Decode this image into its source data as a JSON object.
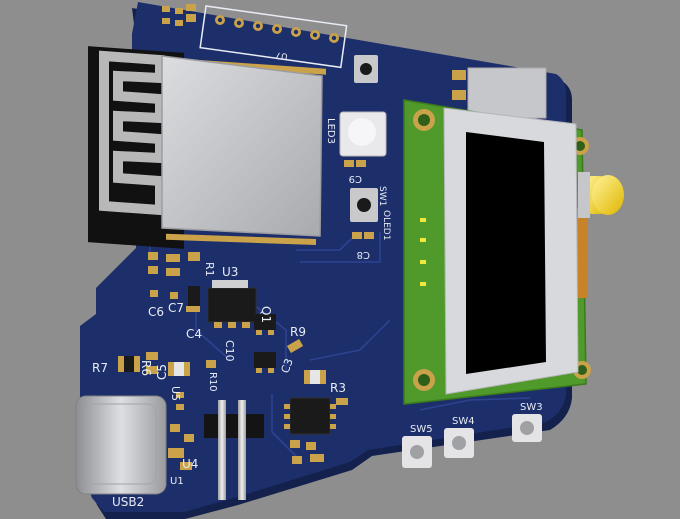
{
  "labels": {
    "u7": "U7",
    "led3": "LED3",
    "c9": "C9",
    "sw1": "SW1",
    "c8": "C8",
    "oled1": "OLED1",
    "r1": "R1",
    "u3": "U3",
    "c6": "C6",
    "c7": "C7",
    "c4": "C4",
    "q1": "Q1",
    "c10": "C10",
    "r9": "R9",
    "c3": "C3",
    "r3": "R3",
    "r7": "R7",
    "r6": "R6",
    "c5": "C5",
    "r10": "R10",
    "u5": "U5",
    "u4": "U4",
    "u1": "U1",
    "usb2": "USB2",
    "sw5": "SW5",
    "sw4": "SW4",
    "sw3": "SW3"
  },
  "colors": {
    "background": "#8e8e8e",
    "pcb": "#1d2f6b",
    "pcb_edge": "#14214d",
    "silk": "#e8ecf5",
    "copper": "#c9a24a",
    "module": "#c8c9cc",
    "oled_pcb": "#4f9a2a",
    "oled_frame": "#d8d9dc",
    "screen": "#000000",
    "usb_shell": "#b9babd",
    "led_yellow": "#f3d21c",
    "chip": "#1a1a1a"
  }
}
